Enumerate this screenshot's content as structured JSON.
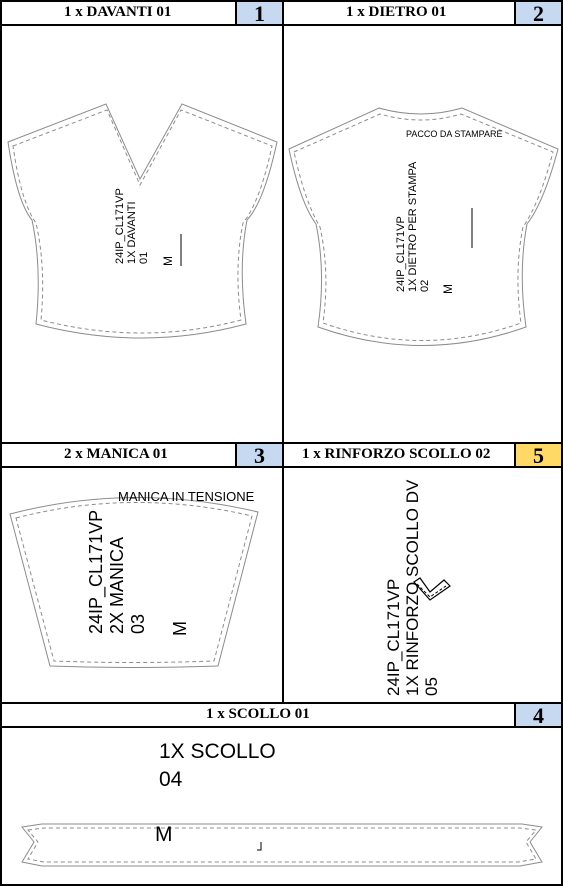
{
  "colors": {
    "badge_blue": "#c6d9f1",
    "badge_yellow": "#ffd966",
    "outline": "#8c8c8c"
  },
  "panels": [
    {
      "title": "1 x DAVANTI 01",
      "number": "1",
      "badge_color": "#c6d9f1",
      "labels": [
        "24IP_CL171VP",
        "1X DAVANTI",
        "01",
        "M"
      ]
    },
    {
      "title": "1 x DIETRO 01",
      "number": "2",
      "badge_color": "#c6d9f1",
      "note": "PACCO DA STAMPARE",
      "labels": [
        "24IP_CL171VP",
        "1X DIETRO PER STAMPA",
        "02",
        "M"
      ]
    },
    {
      "title": "2 x MANICA 01",
      "number": "3",
      "badge_color": "#c6d9f1",
      "note": "MANICA IN TENSIONE",
      "labels": [
        "24IP_CL171VP",
        "2X MANICA",
        "03",
        "M"
      ]
    },
    {
      "title": "1 x RINFORZO SCOLLO 02",
      "number": "5",
      "badge_color": "#ffd966",
      "labels": [
        "24IP_CL171VP",
        "1X RINFORZO SCOLLO DV",
        "05"
      ]
    },
    {
      "title": "1 x SCOLLO 01",
      "number": "4",
      "badge_color": "#c6d9f1",
      "labels": [
        "1X SCOLLO",
        "04",
        "M"
      ]
    }
  ]
}
